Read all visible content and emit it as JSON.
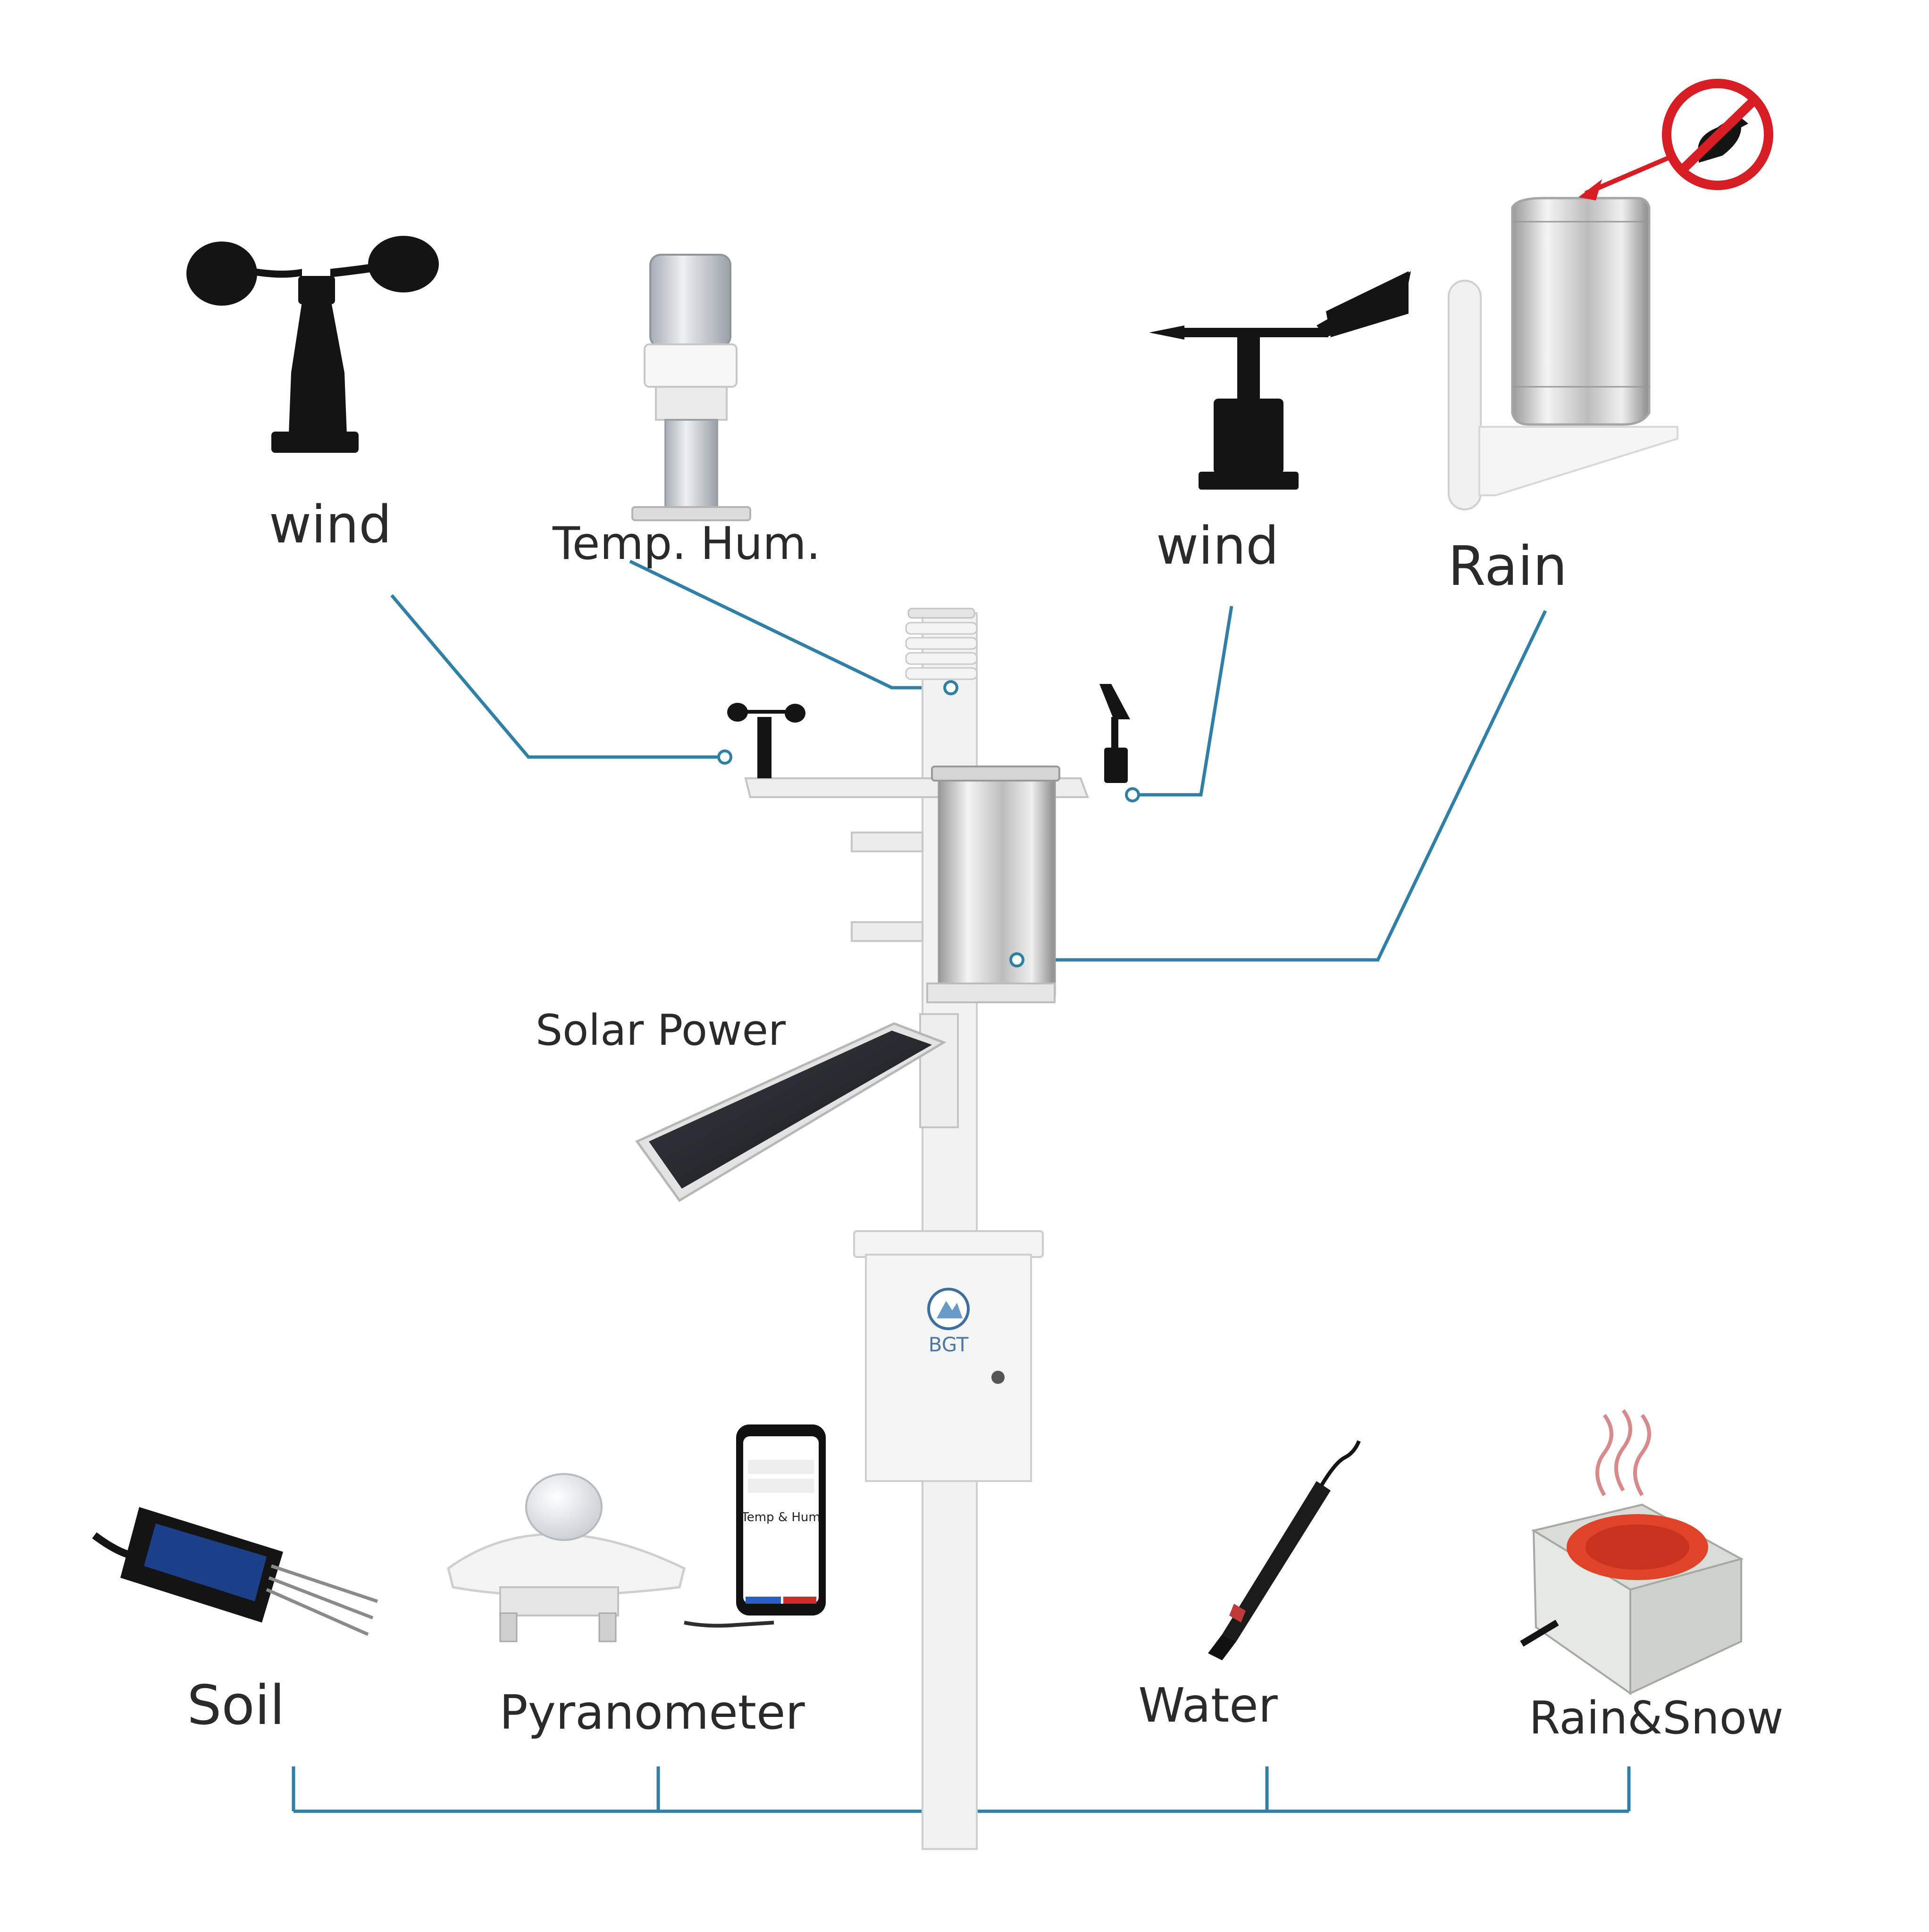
{
  "labels": {
    "wind_left": "wind",
    "temp_hum": "Temp. Hum.",
    "wind_right": "wind",
    "rain": "Rain",
    "solar_power": "Solar Power",
    "soil": "Soil",
    "pyranometer": "Pyranometer",
    "water": "Water",
    "rain_snow": "Rain&Snow"
  },
  "device_text": {
    "box_logo": "BGT",
    "phone_reading": "Temp & Hum"
  },
  "colors": {
    "connector_line": "#2f7fa6",
    "sensor_black": "#141414",
    "pole_white": "#f2f2f2",
    "no_bird_red": "#d81e25",
    "heater_red": "#e0432a",
    "soil_probe_blue": "#1c3f8a"
  }
}
